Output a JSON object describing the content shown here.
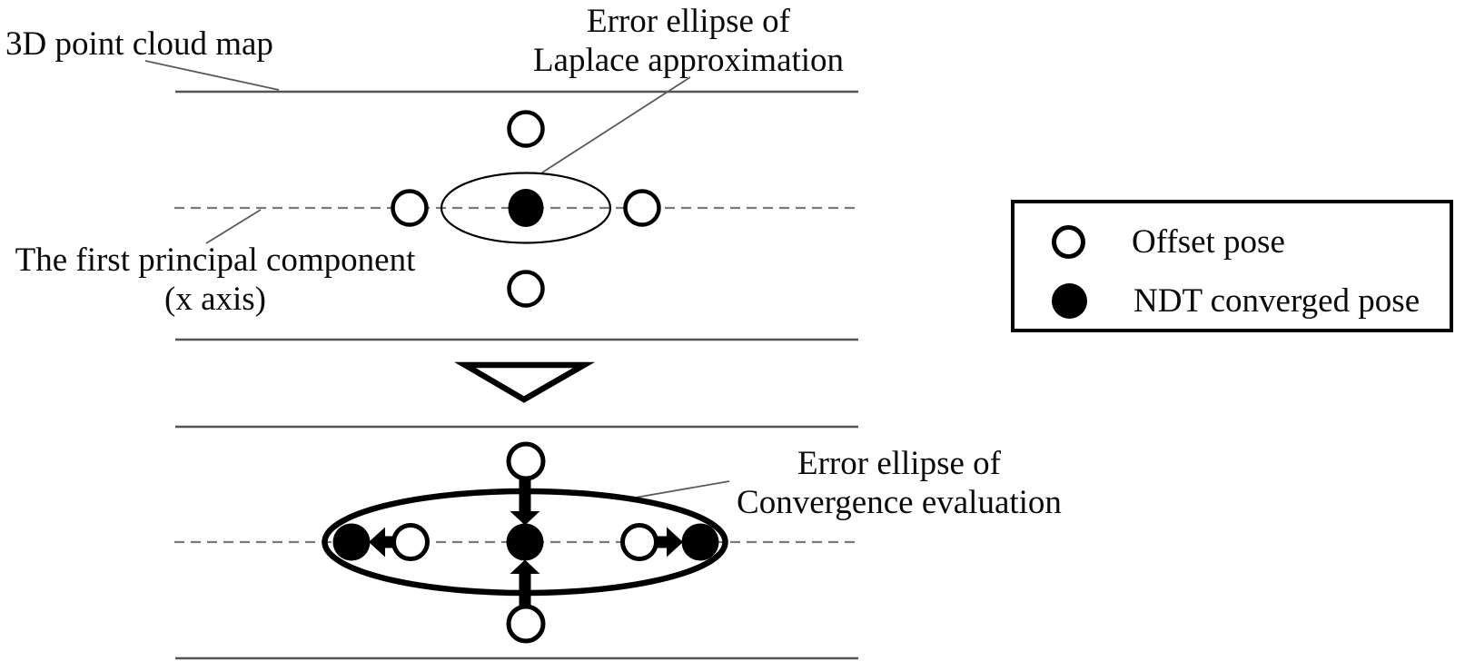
{
  "figure_labels": {
    "point_cloud_map": "3D point cloud map",
    "laplace": {
      "line1": "Error ellipse of",
      "line2": "Laplace approximation"
    },
    "principal_component": {
      "line1": "The first principal component",
      "line2": "(x axis)"
    },
    "convergence": {
      "line1": "Error ellipse of",
      "line2": "Convergence evaluation"
    }
  },
  "legend": {
    "items": [
      {
        "icon": "open-circle-icon",
        "label": "Offset pose"
      },
      {
        "icon": "filled-circle-icon",
        "label": "NDT converged pose"
      }
    ]
  },
  "markers": {
    "offset_pose": "open-circle",
    "ndt_converged_pose": "filled-circle"
  },
  "colors": {
    "ink": "#000000",
    "map_line": "#545454",
    "dashed_axis": "#7a7a7a",
    "background": "#ffffff"
  }
}
